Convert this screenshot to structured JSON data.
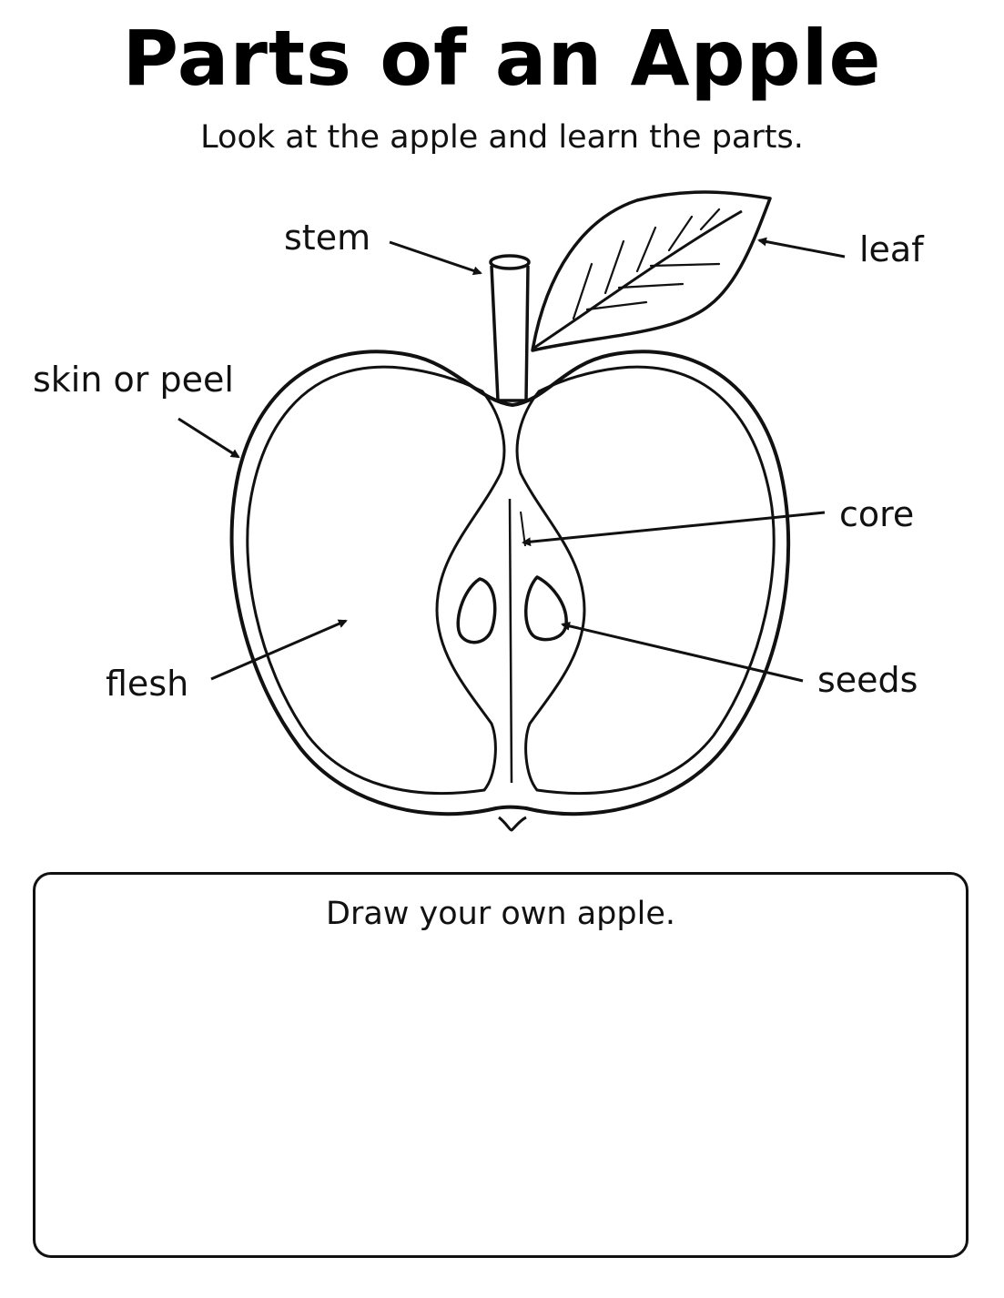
{
  "worksheet": {
    "title": "Parts of an Apple",
    "subtitle": "Look at the apple and learn the parts."
  },
  "diagram": {
    "labels": {
      "stem": "stem",
      "leaf": "leaf",
      "skin": "skin or peel",
      "core": "core",
      "flesh": "flesh",
      "seeds": "seeds"
    },
    "line_color": "#111111"
  },
  "drawing_area": {
    "prompt": "Draw your own apple."
  }
}
